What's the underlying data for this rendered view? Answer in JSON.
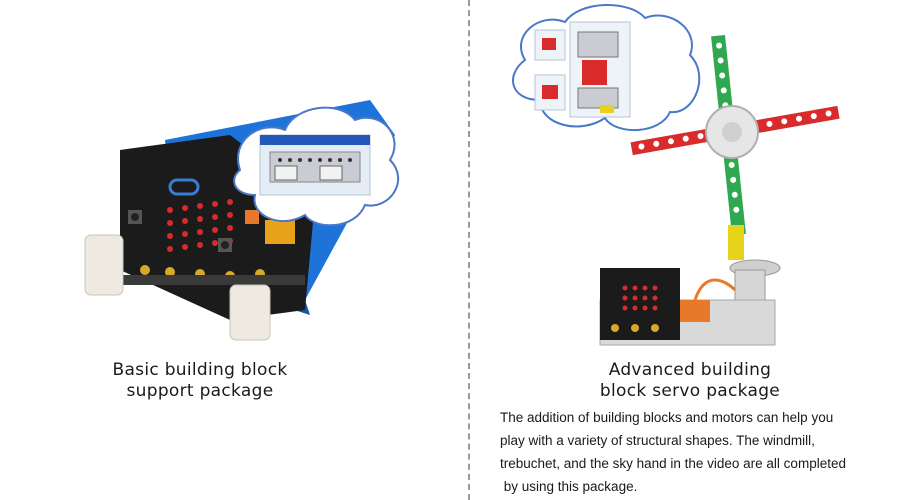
{
  "left": {
    "caption_line1": "Basic building block",
    "caption_line2": "support package"
  },
  "right": {
    "caption_line1": "Advanced building",
    "caption_line2": "block servo package",
    "description_lines": [
      "The addition of building blocks and motors can help you",
      "play with a variety of structural shapes. The windmill,",
      "trebuchet, and the sky hand in the video are all completed",
      " by using this package."
    ]
  },
  "colors": {
    "divider": "#9a9a9a",
    "block_blue": "#1e73d8",
    "board_black": "#1b1b1b",
    "gold_pins": "#d7a928",
    "cloud_outline": "#4a78c8",
    "red_beam": "#d92b2b",
    "green_beam": "#2fa84f",
    "yellow_block": "#e8d21a",
    "servo_orange": "#e8792a"
  }
}
